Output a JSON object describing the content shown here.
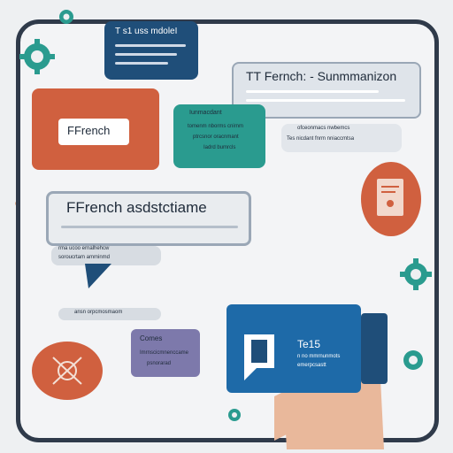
{
  "top_bubble": {
    "title": "T s1 uss mdoleI"
  },
  "summary_bubble": {
    "title": "TT Fernch: - Sunmmanizon"
  },
  "french_small_bubble": {
    "label": "FFrench"
  },
  "teal_bubble": {
    "title": "Iunmacdant",
    "line1": "tomenm nborms cnirnm",
    "line2": "ptrcsnor oracnmant",
    "line3": "Iadrd bumrcls"
  },
  "summary_text": {
    "line1": "ofceonmacs nwbemcs",
    "line2": "Tes nicdant fnrm nniaccmtsa"
  },
  "french_assistant": {
    "title": "FFrench asdstctiame"
  },
  "below_assistant": {
    "line1": "rma ucoo ernalhehcw",
    "line2": "soroucrtam amminmd"
  },
  "mid_caption": "ansn orpcmosmaom",
  "purple_card": {
    "title": "Comes",
    "line1": "Imrnscicmnenccame",
    "line2": "psnorarad"
  },
  "blue_panel": {
    "title": "Te15",
    "line1": "n no mmrnunmots",
    "line2": "emerpcsastt"
  },
  "colors": {
    "navy": "#1f4e79",
    "orange": "#d0603f",
    "teal": "#2a9b8f",
    "blue": "#1e6aa8",
    "purple": "#7d79ab",
    "frame": "#2f3a4a"
  }
}
